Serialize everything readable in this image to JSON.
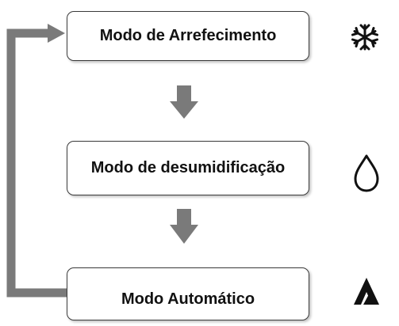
{
  "modes": [
    {
      "label": "Modo de Arrefecimento",
      "icon": "snowflake-icon"
    },
    {
      "label": "Modo de desumidificação",
      "icon": "water-drop-icon"
    },
    {
      "label": "Modo Automático",
      "icon": "auto-mode-icon"
    }
  ],
  "colors": {
    "arrow": "#7a7a7a",
    "box_border": "#3a3a3a",
    "text": "#111111",
    "icon": "#111111"
  }
}
